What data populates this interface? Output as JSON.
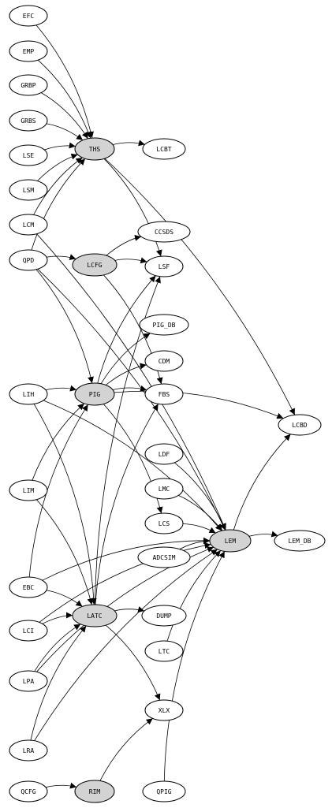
{
  "colors": {
    "highlight": "#d3d3d3",
    "normal": "#ffffff",
    "stroke": "#000000"
  },
  "nodes": [
    {
      "id": "EFC",
      "label": "EFC",
      "highlight": false
    },
    {
      "id": "EMP",
      "label": "EMP",
      "highlight": false
    },
    {
      "id": "GRBP",
      "label": "GRBP",
      "highlight": false
    },
    {
      "id": "GRBS",
      "label": "GRBS",
      "highlight": false
    },
    {
      "id": "LSE",
      "label": "LSE",
      "highlight": false
    },
    {
      "id": "LSM",
      "label": "LSM",
      "highlight": false
    },
    {
      "id": "LCM",
      "label": "LCM",
      "highlight": false
    },
    {
      "id": "QPD",
      "label": "QPD",
      "highlight": false
    },
    {
      "id": "LIH",
      "label": "LIH",
      "highlight": false
    },
    {
      "id": "LIM",
      "label": "LIM",
      "highlight": false
    },
    {
      "id": "EBC",
      "label": "EBC",
      "highlight": false
    },
    {
      "id": "LCI",
      "label": "LCI",
      "highlight": false
    },
    {
      "id": "LPA",
      "label": "LPA",
      "highlight": false
    },
    {
      "id": "LRA",
      "label": "LRA",
      "highlight": false
    },
    {
      "id": "QCFG",
      "label": "QCFG",
      "highlight": false
    },
    {
      "id": "THS",
      "label": "THS",
      "highlight": true
    },
    {
      "id": "LCFG",
      "label": "LCFG",
      "highlight": true
    },
    {
      "id": "PIG",
      "label": "PIG",
      "highlight": true
    },
    {
      "id": "LATC",
      "label": "LATC",
      "highlight": true
    },
    {
      "id": "RIM",
      "label": "RIM",
      "highlight": true
    },
    {
      "id": "LCBT",
      "label": "LCBT",
      "highlight": false
    },
    {
      "id": "CCSDS",
      "label": "CCSDS",
      "highlight": false
    },
    {
      "id": "LSF",
      "label": "LSF",
      "highlight": false
    },
    {
      "id": "PIG_DB",
      "label": "PIG_DB",
      "highlight": false
    },
    {
      "id": "CDM",
      "label": "CDM",
      "highlight": false
    },
    {
      "id": "FBS",
      "label": "FBS",
      "highlight": false
    },
    {
      "id": "LDF",
      "label": "LDF",
      "highlight": false
    },
    {
      "id": "LMC",
      "label": "LMC",
      "highlight": false
    },
    {
      "id": "LCS",
      "label": "LCS",
      "highlight": false
    },
    {
      "id": "ADCSIM",
      "label": "ADCSIM",
      "highlight": false
    },
    {
      "id": "DUMP",
      "label": "DUMP",
      "highlight": false
    },
    {
      "id": "LTC",
      "label": "LTC",
      "highlight": false
    },
    {
      "id": "XLX",
      "label": "XLX",
      "highlight": false
    },
    {
      "id": "QPIG",
      "label": "QPIG",
      "highlight": false
    },
    {
      "id": "LEM",
      "label": "LEM",
      "highlight": true
    },
    {
      "id": "LCBD",
      "label": "LCBD",
      "highlight": false
    },
    {
      "id": "LEM_DB",
      "label": "LEM_DB",
      "highlight": false
    }
  ],
  "edges": [
    [
      "EFC",
      "THS"
    ],
    [
      "EMP",
      "THS"
    ],
    [
      "GRBP",
      "THS"
    ],
    [
      "GRBS",
      "THS"
    ],
    [
      "LSE",
      "THS"
    ],
    [
      "LSM",
      "THS"
    ],
    [
      "LCM",
      "THS"
    ],
    [
      "QPD",
      "THS"
    ],
    [
      "THS",
      "LCBT"
    ],
    [
      "THS",
      "LSF"
    ],
    [
      "THS",
      "LCBD"
    ],
    [
      "LCM",
      "LEM"
    ],
    [
      "QPD",
      "LCFG"
    ],
    [
      "QPD",
      "PIG"
    ],
    [
      "QPD",
      "LEM"
    ],
    [
      "LCFG",
      "CCSDS"
    ],
    [
      "LCFG",
      "LSF"
    ],
    [
      "LCFG",
      "FBS"
    ],
    [
      "LIH",
      "PIG"
    ],
    [
      "LIH",
      "LATC"
    ],
    [
      "LIH",
      "LEM"
    ],
    [
      "PIG",
      "LSF"
    ],
    [
      "PIG",
      "PIG_DB"
    ],
    [
      "PIG",
      "CDM"
    ],
    [
      "PIG",
      "FBS"
    ],
    [
      "PIG",
      "LCBD"
    ],
    [
      "PIG",
      "LCS"
    ],
    [
      "LIM",
      "PIG"
    ],
    [
      "LIM",
      "LATC"
    ],
    [
      "EBC",
      "PIG"
    ],
    [
      "EBC",
      "LATC"
    ],
    [
      "EBC",
      "LEM"
    ],
    [
      "LDF",
      "LEM"
    ],
    [
      "LMC",
      "LEM"
    ],
    [
      "LCS",
      "LEM"
    ],
    [
      "ADCSIM",
      "LEM"
    ],
    [
      "LTC",
      "LEM"
    ],
    [
      "LEM",
      "LCBD"
    ],
    [
      "LEM",
      "LEM_DB"
    ],
    [
      "LCI",
      "LATC"
    ],
    [
      "LCI",
      "LEM"
    ],
    [
      "LPA",
      "LATC"
    ],
    [
      "LPA",
      "LEM"
    ],
    [
      "LRA",
      "LATC"
    ],
    [
      "LRA",
      "LEM"
    ],
    [
      "LATC",
      "DUMP"
    ],
    [
      "LATC",
      "XLX"
    ],
    [
      "LATC",
      "LSF"
    ],
    [
      "LATC",
      "FBS"
    ],
    [
      "QCFG",
      "RIM"
    ],
    [
      "RIM",
      "XLX"
    ],
    [
      "QPIG",
      "LEM"
    ]
  ]
}
